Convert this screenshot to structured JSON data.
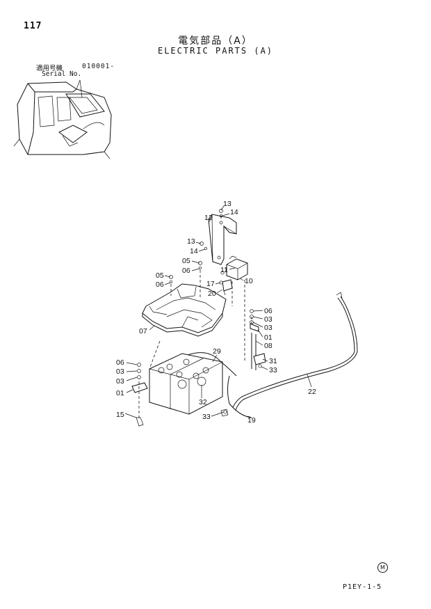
{
  "page_number": "117",
  "title_jp": "電気部品（A）",
  "title_en": "ELECTRIC PARTS (A)",
  "serial": {
    "label_jp": "適用号機",
    "number": "010001-",
    "label_en": "Serial No."
  },
  "callouts": {
    "c13a": "13",
    "c14a": "14",
    "c12": "12",
    "c13b": "13",
    "c14b": "14",
    "c05a": "05",
    "c06a": "06",
    "c11": "11",
    "c05b": "05",
    "c06b": "06",
    "c10": "10",
    "c17": "17",
    "c20": "20",
    "c07": "07",
    "c06c": "06",
    "c03a": "03",
    "c03b": "03",
    "c01a": "01",
    "c08": "08",
    "c29": "29",
    "c06d": "06",
    "c03c": "03",
    "c03d": "03",
    "c01b": "01",
    "c31": "31",
    "c33a": "33",
    "c22": "22",
    "c32": "32",
    "c15": "15",
    "c33b": "33",
    "c19": "19"
  },
  "circle_mark": "M",
  "footer_code": "P1EY-1-5"
}
